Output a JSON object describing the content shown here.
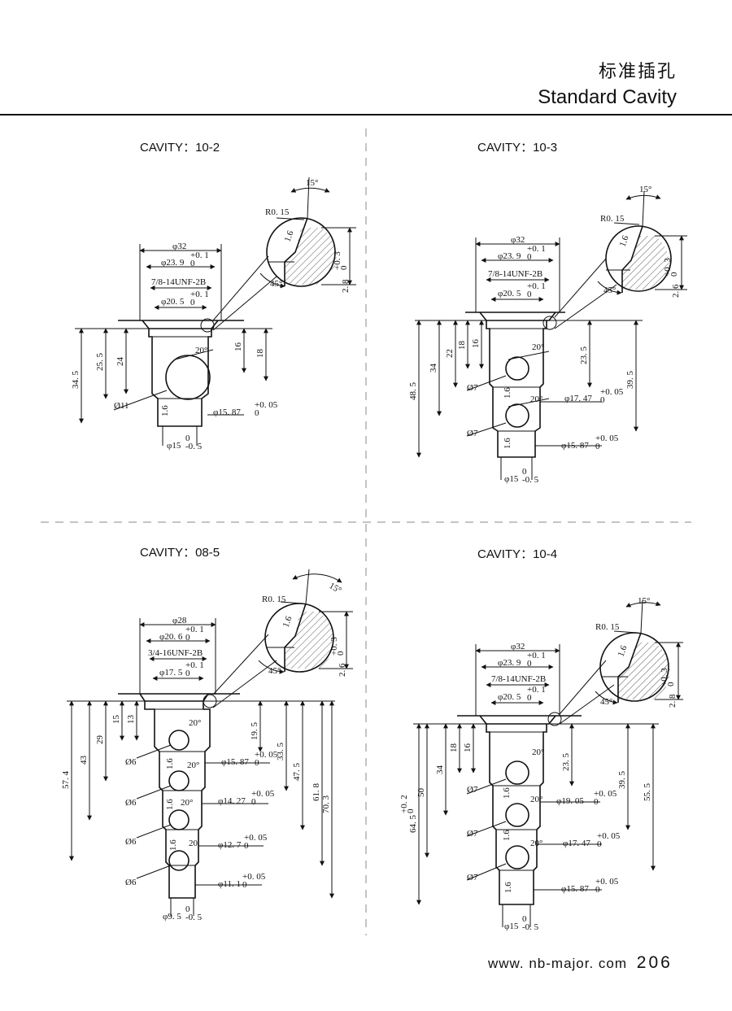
{
  "header": {
    "title_cn": "标准插孔",
    "title_en": "Standard Cavity"
  },
  "footer": {
    "website": "www. nb-major. com",
    "page_number": "206"
  },
  "panels": {
    "p1": {
      "title": "CAVITY：10-2",
      "labels": [
        "φ32",
        "φ23. 9",
        "+0. 1",
        "0",
        "7/8-14UNF-2B",
        "φ20. 5",
        "+0. 1",
        "0",
        "34. 5",
        "25. 5",
        "24",
        "16",
        "18",
        "20°",
        "Ø11",
        "1.6",
        "φ15. 87",
        "+0. 05",
        "0",
        "φ15",
        "0",
        "-0. 5",
        "R0. 15",
        "15°",
        "45°",
        "2. 8",
        "+0. 3",
        "0",
        "1.6"
      ]
    },
    "p2": {
      "title": "CAVITY：10-3",
      "labels": [
        "φ32",
        "φ23. 9",
        "+0. 1",
        "0",
        "7/8-14UNF-2B",
        "φ20. 5",
        "+0. 1",
        "0",
        "48. 5",
        "34",
        "22",
        "18",
        "16",
        "23. 5",
        "39. 5",
        "20°",
        "Ø7",
        "φ17. 47",
        "+0. 05",
        "0",
        "20°",
        "Ø7",
        "φ15. 87",
        "+0. 05",
        "0",
        "φ15",
        "0",
        "-0. 5",
        "R0. 15",
        "15°",
        "45°",
        "2. 6",
        "+0. 3",
        "0",
        "1.6",
        "1.6",
        "1.6"
      ]
    },
    "p3": {
      "title": "CAVITY：08-5",
      "labels": [
        "φ28",
        "φ20. 6",
        "+0. 1",
        "0",
        "3/4-16UNF-2B",
        "φ17. 5",
        "+0. 1",
        "0",
        "57. 4",
        "43",
        "29",
        "15",
        "13",
        "19. 5",
        "33. 5",
        "47. 5",
        "61. 8",
        "70. 3",
        "20°",
        "Ø6",
        "φ15. 87",
        "+0. 05",
        "0",
        "20°",
        "Ø6",
        "φ14. 27",
        "+0. 05",
        "0",
        "20°",
        "Ø6",
        "φ12. 7",
        "+0. 05",
        "0",
        "20",
        "Ø6",
        "φ11. 1",
        "+0. 05",
        "0",
        "φ9. 5",
        "0",
        "-0. 5",
        "R0. 15",
        "15°",
        "45°",
        "2. 6",
        "+0. 3",
        "0",
        "1.6",
        "1.6",
        "1.6",
        "1.6"
      ]
    },
    "p4": {
      "title": "CAVITY：10-4",
      "labels": [
        "φ32",
        "φ23. 9",
        "+0. 1",
        "0",
        "7/8-14UNF-2B",
        "φ20. 5",
        "+0. 1",
        "0",
        "64. 5",
        "+0. 2",
        "0",
        "50",
        "34",
        "18",
        "16",
        "23. 5",
        "39. 5",
        "55. 5",
        "20°",
        "Ø7",
        "φ19. 05",
        "+0. 05",
        "0",
        "20°",
        "Ø7",
        "φ17. 47",
        "+0. 05",
        "0",
        "20°",
        "Ø7",
        "φ15. 87",
        "+0. 05",
        "0",
        "φ15",
        "0",
        "-0. 5",
        "R0. 15",
        "15°",
        "45°",
        "2. 8",
        "+0. 3",
        "0",
        "1.6",
        "1.6",
        "1.6",
        "1.6"
      ]
    }
  }
}
